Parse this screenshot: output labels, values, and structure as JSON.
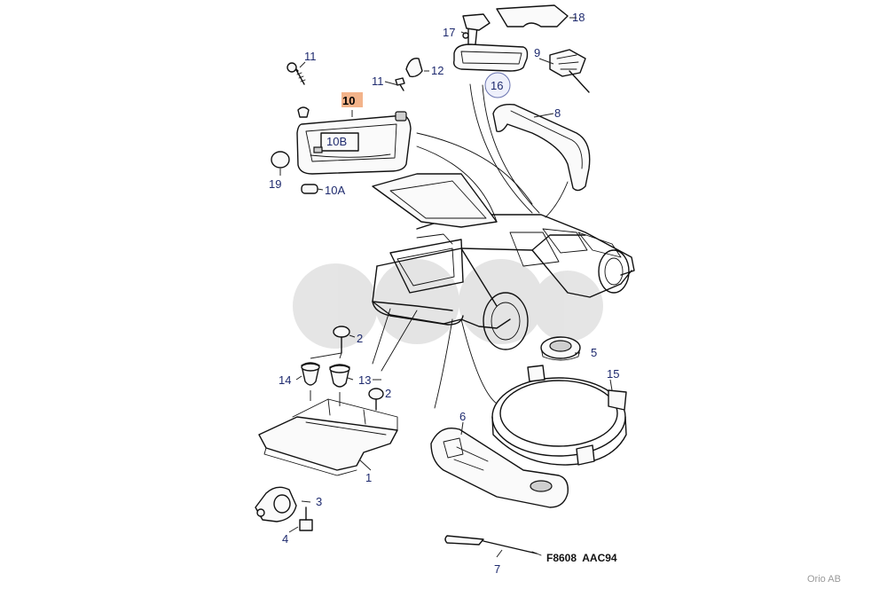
{
  "diagram": {
    "callouts": {
      "c1": "1",
      "c2a": "2",
      "c2b": "2",
      "c3": "3",
      "c4": "4",
      "c5": "5",
      "c6": "6",
      "c7": "7",
      "c8": "8",
      "c9": "9",
      "c10": "10",
      "c10A": "10A",
      "c10B": "10B",
      "c11a": "11",
      "c11b": "11",
      "c12": "12",
      "c13": "13",
      "c14": "14",
      "c15": "15",
      "c16": "16",
      "c17": "17",
      "c18": "18",
      "c19": "19"
    },
    "highlight_color": "#f3b38a",
    "callout_color": "#1e2a6e",
    "drawing_code": "F8608  AAC94",
    "copyright": "Orio AB"
  }
}
